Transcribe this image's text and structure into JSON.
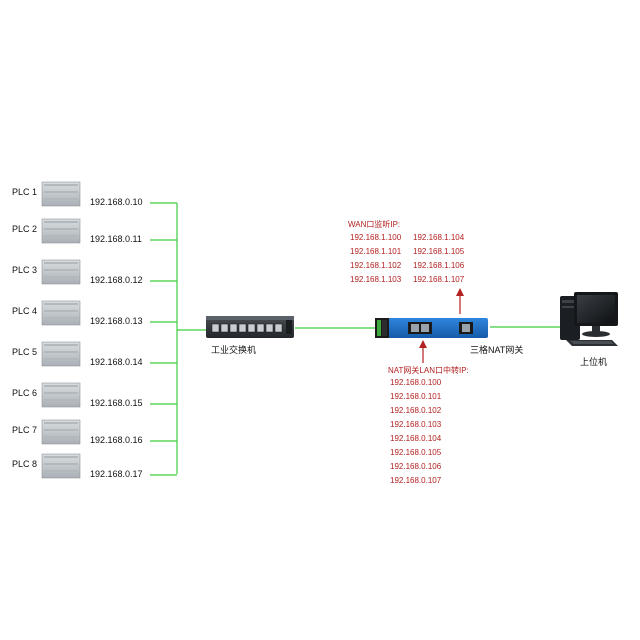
{
  "plcs": [
    {
      "name": "PLC 1",
      "ip": "192.168.0.10"
    },
    {
      "name": "PLC 2",
      "ip": "192.168.0.11"
    },
    {
      "name": "PLC 3",
      "ip": "192.168.0.12"
    },
    {
      "name": "PLC 4",
      "ip": "192.168.0.13"
    },
    {
      "name": "PLC 5",
      "ip": "192.168.0.14"
    },
    {
      "name": "PLC 6",
      "ip": "192.168.0.15"
    },
    {
      "name": "PLC 7",
      "ip": "192.168.0.16"
    },
    {
      "name": "PLC 8",
      "ip": "192.168.0.17"
    }
  ],
  "switch": {
    "label": "工业交换机"
  },
  "gateway": {
    "label": "三格NAT网关"
  },
  "host": {
    "label": "上位机"
  },
  "wan": {
    "title": "WAN口监听IP:",
    "col1": [
      "192.168.1.100",
      "192.168.1.101",
      "192.168.1.102",
      "192.168.1.103"
    ],
    "col2": [
      "192.168.1.104",
      "192.168.1.105",
      "192.168.1.106",
      "192.168.1.107"
    ]
  },
  "lan": {
    "title": "NAT网关LAN口中转IP:",
    "ips": [
      "192.168.0.100",
      "192.168.0.101",
      "192.168.0.102",
      "192.168.0.103",
      "192.168.0.104",
      "192.168.0.105",
      "192.168.0.106",
      "192.168.0.107"
    ]
  },
  "colors": {
    "line": "#3fcf3f",
    "annotation": "#b32121",
    "gateway_body": "#1e6fc4"
  }
}
